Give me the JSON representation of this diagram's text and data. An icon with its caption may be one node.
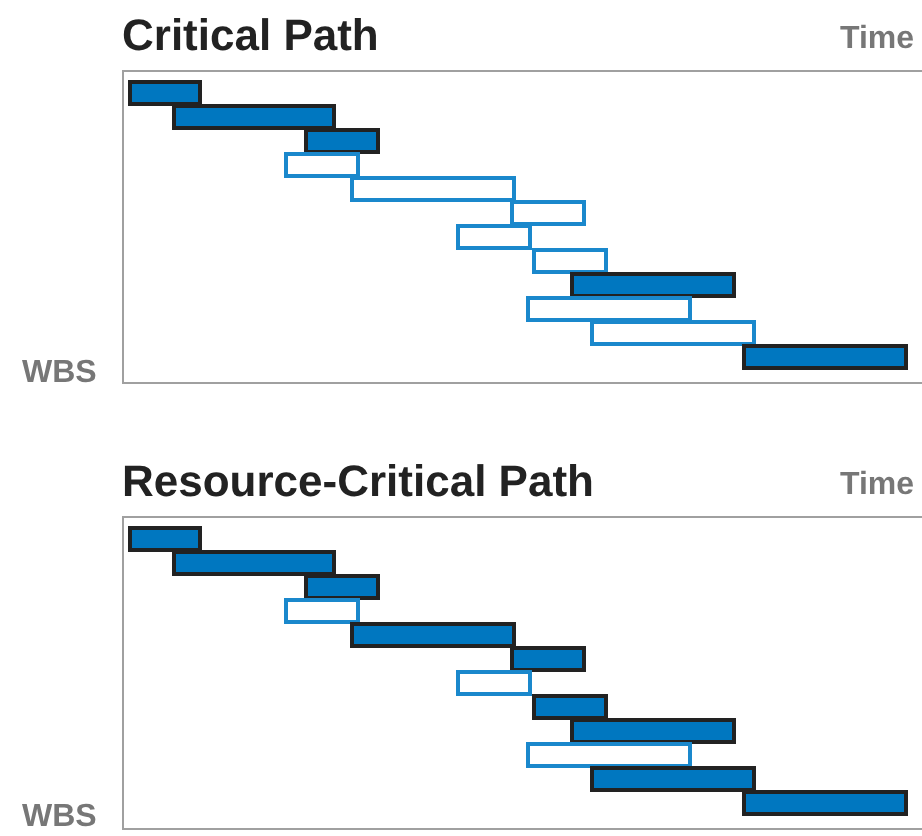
{
  "diagram": {
    "nodes": [
      {
        "text": [],
        "shape": "bar"
      },
      {
        "text": [],
        "shape": "bar"
      },
      {
        "text": [],
        "shape": "bar"
      },
      {
        "text": [],
        "shape": "bar"
      },
      {
        "text": [],
        "shape": "bar"
      },
      {
        "text": [],
        "shape": "bar"
      },
      {
        "text": [],
        "shape": "bar"
      },
      {
        "text": [],
        "shape": "bar"
      },
      {
        "text": [],
        "shape": "bar"
      },
      {
        "text": [],
        "shape": "bar"
      },
      {
        "text": [],
        "shape": "bar"
      },
      {
        "text": [],
        "shape": "bar"
      },
      {
        "text": [],
        "shape": "bar"
      },
      {
        "text": [],
        "shape": "bar"
      },
      {
        "text": [],
        "shape": "bar"
      },
      {
        "text": [],
        "shape": "bar"
      },
      {
        "text": [],
        "shape": "bar"
      },
      {
        "text": [],
        "shape": "bar"
      },
      {
        "text": [],
        "shape": "bar"
      },
      {
        "text": [],
        "shape": "bar"
      },
      {
        "text": [],
        "shape": "bar"
      },
      {
        "text": [],
        "shape": "bar"
      },
      {
        "text": [],
        "shape": "bar"
      },
      {
        "text": [],
        "shape": "bar"
      }
    ],
    "labels": [
      "Critical Path",
      "Time",
      "WBS",
      "Resource-Critical Path",
      "Time",
      "WBS"
    ]
  }
}
